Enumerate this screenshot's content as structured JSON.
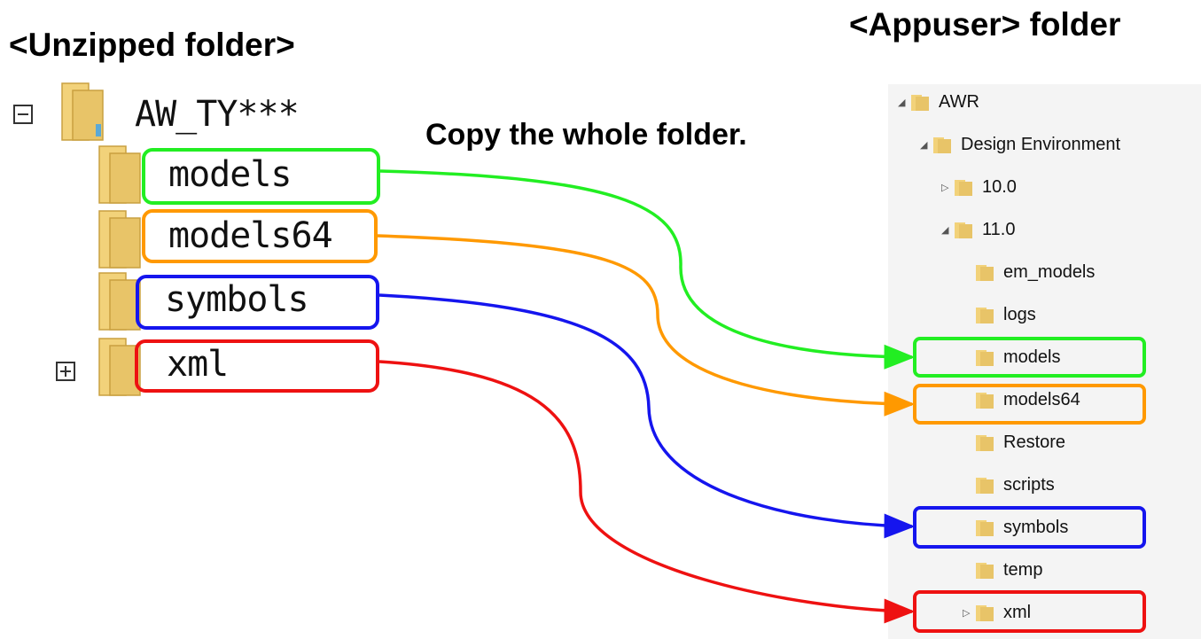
{
  "left_heading": "<Unzipped folder>",
  "right_heading": "<Appuser> folder",
  "instruction": "Copy the whole folder.",
  "source_tree": {
    "root": "AW_TY***",
    "children": [
      "models",
      "models64",
      "symbols",
      "xml"
    ]
  },
  "dest_tree": {
    "items": [
      "AWR",
      "Design Environment",
      "10.0",
      "11.0",
      "em_models",
      "logs",
      "models",
      "models64",
      "Restore",
      "scripts",
      "symbols",
      "temp",
      "xml"
    ]
  },
  "colors": {
    "models": "#22ee22",
    "models64": "#ff9900",
    "symbols": "#1515ee",
    "xml": "#ee1111",
    "folder": "#e8c468"
  }
}
